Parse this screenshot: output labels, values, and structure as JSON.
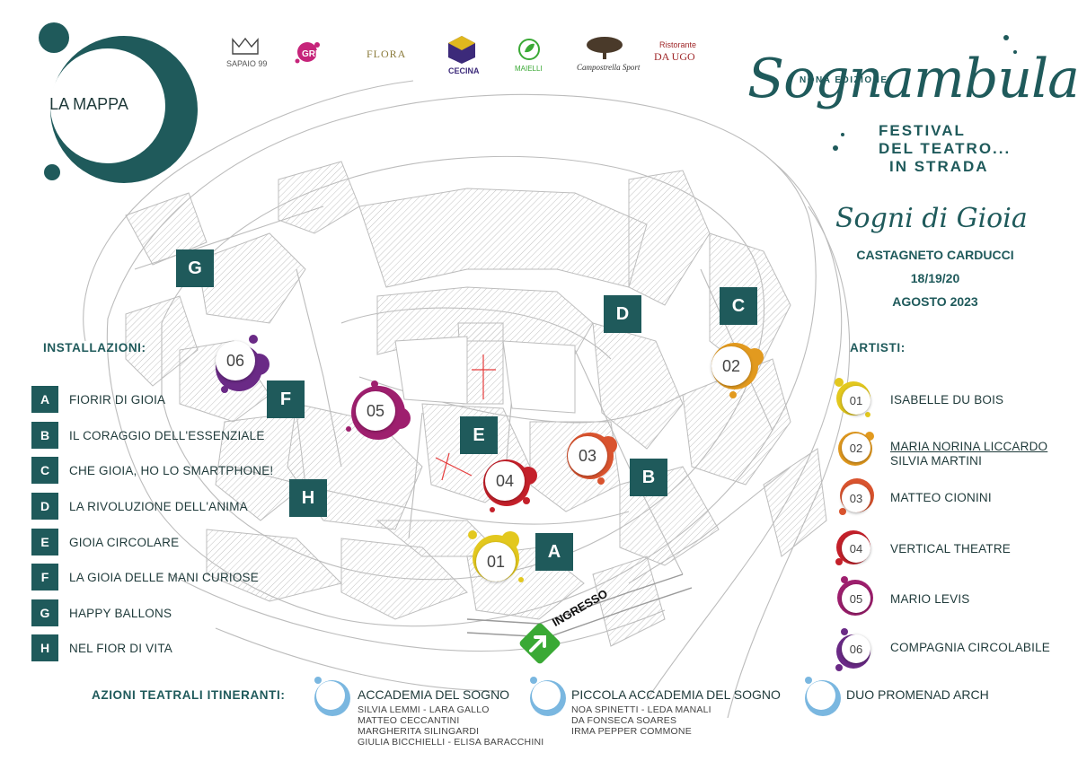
{
  "header": {
    "map_label": "LA MAPPA",
    "edition": "NONA EDIZIONE",
    "festival_name": "Sognambula",
    "festival_sub": [
      "FESTIVAL",
      "DEL TEATRO...",
      "IN STRADA"
    ],
    "theme": "Sogni di Gioia",
    "town": "CASTAGNETO CARDUCCI",
    "dates": "18/19/20",
    "month": "AGOSTO 2023"
  },
  "sponsors": [
    {
      "label": "SAPAIO 99",
      "icon": "crown-icon"
    },
    {
      "label": "GRISELLI",
      "icon": "splash-icon"
    },
    {
      "label": "FLORA",
      "icon": "text-logo"
    },
    {
      "label": "CECINA",
      "icon": "cube-icon"
    },
    {
      "label": "MAIELLI",
      "icon": "leaf-icon"
    },
    {
      "label": "Campostrella Sport",
      "icon": "tree-icon"
    },
    {
      "label": "Ristorante",
      "icon": "text-logo"
    },
    {
      "label": "DA UGO",
      "icon": "text-logo"
    }
  ],
  "installations": {
    "title": "INSTALLAZIONI:",
    "items": [
      {
        "code": "A",
        "label": "FIORIR DI GIOIA"
      },
      {
        "code": "B",
        "label": "IL CORAGGIO DELL'ESSENZIALE"
      },
      {
        "code": "C",
        "label": "CHE GIOIA, HO LO SMARTPHONE!"
      },
      {
        "code": "D",
        "label": "LA RIVOLUZIONE DELL'ANIMA"
      },
      {
        "code": "E",
        "label": "GIOIA CIRCOLARE"
      },
      {
        "code": "F",
        "label": "LA GIOIA DELLE MANI CURIOSE"
      },
      {
        "code": "G",
        "label": "HAPPY BALLONS"
      },
      {
        "code": "H",
        "label": "NEL FIOR DI VITA"
      }
    ]
  },
  "artists": {
    "title": "ARTISTI:",
    "items": [
      {
        "num": "01",
        "name": "ISABELLE DU BOIS",
        "name2": "",
        "color": "#e3c81e"
      },
      {
        "num": "02",
        "name": "MARIA NORINA LICCARDO",
        "name2": "SILVIA MARTINI",
        "color": "#e29a1f"
      },
      {
        "num": "03",
        "name": "MATTEO CIONINI",
        "name2": "",
        "color": "#d9532e"
      },
      {
        "num": "04",
        "name": "VERTICAL THEATRE",
        "name2": "",
        "color": "#c4202a"
      },
      {
        "num": "05",
        "name": "MARIO LEVIS",
        "name2": "",
        "color": "#9e1f6e"
      },
      {
        "num": "06",
        "name": "COMPAGNIA CIRCOLABILE",
        "name2": "",
        "color": "#6a2a86"
      }
    ]
  },
  "map_markers": {
    "letters": [
      "A",
      "B",
      "C",
      "D",
      "E",
      "F",
      "G",
      "H"
    ],
    "numbers": [
      "01",
      "02",
      "03",
      "04",
      "05",
      "06"
    ],
    "entrance": "INGRESSO"
  },
  "itinerant": {
    "title": "AZIONI TEATRALI ITINERANTI:",
    "color": "#7ab7e0",
    "groups": [
      {
        "name": "ACCADEMIA DEL SOGNO",
        "lines": [
          "SILVIA LEMMI - LARA GALLO",
          "MATTEO CECCANTINI",
          "MARGHERITA SILINGARDI",
          "GIULIA BICCHIELLI - ELISA BARACCHINI"
        ]
      },
      {
        "name": "PICCOLA ACCADEMIA DEL SOGNO",
        "lines": [
          "NOA SPINETTI - LEDA MANALI",
          "DA FONSECA SOARES",
          "IRMA PEPPER COMMONE"
        ]
      },
      {
        "name": "DUO PROMENAD ARCH",
        "lines": []
      }
    ]
  },
  "colors": {
    "teal": "#1f5a5b",
    "green": "#3aa935",
    "map_line": "#b8b8b8"
  }
}
